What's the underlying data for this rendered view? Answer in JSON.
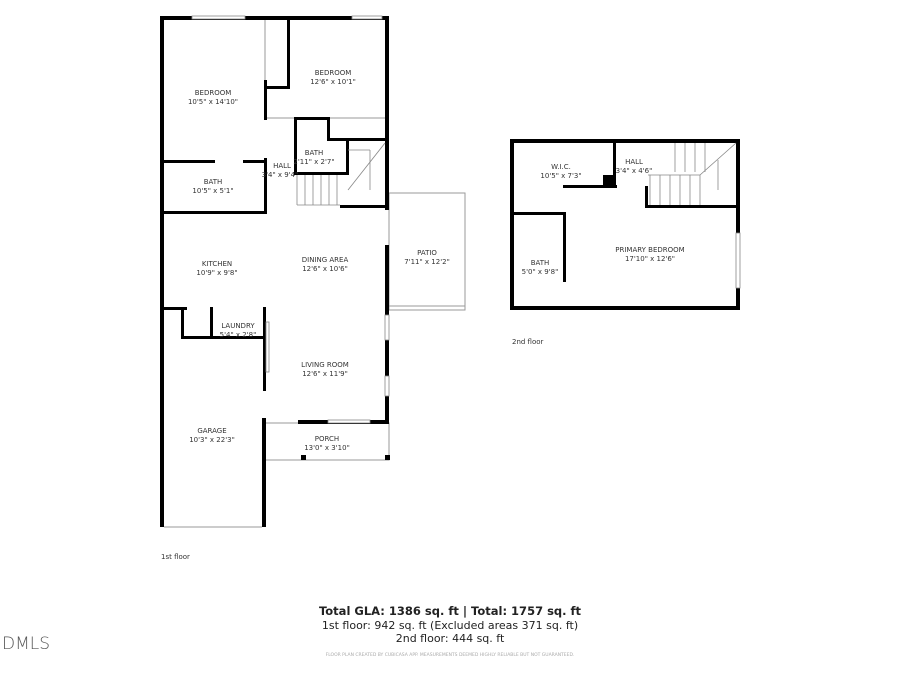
{
  "first_floor": {
    "label": "1st floor",
    "rooms": [
      {
        "name": "BEDROOM",
        "size": "10'5\" x 14'10\""
      },
      {
        "name": "BEDROOM",
        "size": "12'6\" x 10'1\""
      },
      {
        "name": "BATH",
        "size": "2'11\" x 2'7\""
      },
      {
        "name": "HALL",
        "size": "3'4\" x 9'4\""
      },
      {
        "name": "BATH",
        "size": "10'5\" x 5'1\""
      },
      {
        "name": "KITCHEN",
        "size": "10'9\" x 9'8\""
      },
      {
        "name": "DINING AREA",
        "size": "12'6\" x 10'6\""
      },
      {
        "name": "PATIO",
        "size": "7'11\" x 12'2\""
      },
      {
        "name": "LAUNDRY",
        "size": "5'4\" x 2'8\""
      },
      {
        "name": "LIVING ROOM",
        "size": "12'6\" x 11'9\""
      },
      {
        "name": "GARAGE",
        "size": "10'3\" x 22'3\""
      },
      {
        "name": "PORCH",
        "size": "13'0\" x 3'10\""
      }
    ]
  },
  "second_floor": {
    "label": "2nd floor",
    "rooms": [
      {
        "name": "W.I.C.",
        "size": "10'5\" x 7'3\""
      },
      {
        "name": "HALL",
        "size": "3'4\" x 4'6\""
      },
      {
        "name": "PRIMARY BEDROOM",
        "size": "17'10\" x 12'6\""
      },
      {
        "name": "BATH",
        "size": "5'0\" x 9'8\""
      }
    ]
  },
  "summary": {
    "total": "Total GLA: 1386 sq. ft | Total: 1757 sq. ft",
    "first": "1st floor: 942 sq. ft (Excluded areas 371 sq. ft)",
    "second": "2nd floor: 444 sq. ft",
    "disclaimer": "FLOOR PLAN CREATED BY CUBICASA APP. MEASUREMENTS DEEMED HIGHLY RELIABLE BUT NOT GUARANTEED."
  },
  "watermark": "DMLS"
}
